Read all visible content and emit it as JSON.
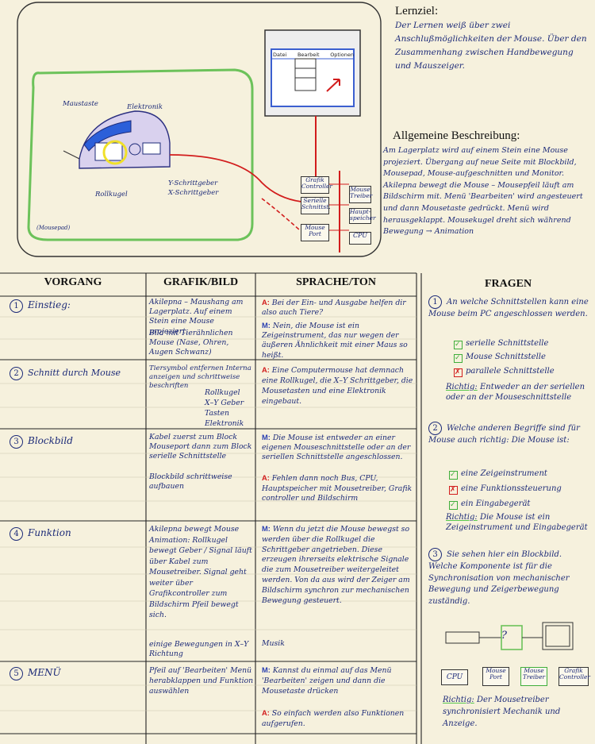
{
  "lernziel": {
    "title": "Lernziel:",
    "text": "Der Lernen weiß über zwei Anschlußmöglichkeiten der Mouse. Über den Zusammenhang zwischen Handbewegung und Mauszeiger."
  },
  "beschreibung": {
    "title": "Allgemeine Beschreibung:",
    "text": "Am Lagerplatz wird auf einem Stein eine Mouse projeziert. Übergang auf neue Seite mit Blockbild, Mousepad, Mouse-aufgeschnitten und Monitor. Akilepna bewegt die Mouse – Mousepfeil läuft am Bildschirm mit. Menü 'Bearbeiten' wird angesteuert und dann Mousetaste gedrückt. Menü wird herausgeklappt. Mousekugel dreht sich während Bewegung → Animation"
  },
  "sketch": {
    "labels": {
      "maustaste": "Maustaste",
      "elektronik": "Elektronik",
      "y_schrittgeber": "Y-Schrittgeber",
      "x_schrittgeber": "X-Schrittgeber",
      "rollkugel": "Rollkugel",
      "mousepad": "(Mousepad)",
      "menu1": "Datei",
      "menu2": "Bearbeit",
      "menu3": "Optionen",
      "grafik_controller": "Grafik Controller",
      "serielle_schnittstelle": "Serielle Schnittst.",
      "mouse_port": "Mouse Port",
      "mouse_treiber": "Mouse Treiber",
      "hauptspeicher": "Haupt­speicher",
      "cpu": "CPU"
    }
  },
  "table": {
    "headers": [
      "VORGANG",
      "GRAFIK/BILD",
      "SPRACHE/TON",
      "FRAGEN"
    ],
    "rows": [
      {
        "num": "1",
        "vorgang": "Einstieg:",
        "grafik": [
          "Akilepna – Maushang am Lagerplatz. Auf einem Stein eine Mouse projeziert.",
          "Bild mit Tierähnlichen Mouse (Nase, Ohren, Augen Schwanz)"
        ],
        "sprache": [
          {
            "speaker": "A:",
            "text": "Bei der Ein- und Ausgabe helfen dir also auch Tiere?"
          },
          {
            "speaker": "M:",
            "text": "Nein, die Mouse ist ein Zeigeinstrument, das nur wegen der äußeren Ähnlichkeit mit einer Maus so heißt."
          }
        ]
      },
      {
        "num": "2",
        "vorgang": "Schnitt durch Mouse",
        "grafik": [
          "Tiersymbol entfernen Interna anzeigen und schrittweise beschriften",
          "Rollkugel",
          "X–Y Geber",
          "Tasten",
          "Elektronik"
        ],
        "sprache": [
          {
            "speaker": "A:",
            "text": "Eine Computermouse hat demnach eine Rollkugel, die X–Y Schrittgeber, die Mousetasten und eine Elektronik eingebaut."
          }
        ]
      },
      {
        "num": "3",
        "vorgang": "Blockbild",
        "grafik": [
          "Kabel zuerst zum Block Mouseport dann zum Block serielle Schnittstelle",
          "Blockbild schrittweise aufbauen"
        ],
        "sprache": [
          {
            "speaker": "M:",
            "text": "Die Mouse ist entweder an einer eigenen Mouseschnittstelle oder an der seriellen Schnittstelle angeschlossen."
          },
          {
            "speaker": "A:",
            "text": "Fehlen dann noch Bus, CPU, Hauptspeicher mit Mousetreiber, Grafik controller und Bildschirm"
          }
        ]
      },
      {
        "num": "4",
        "vorgang": "Funktion",
        "grafik": [
          "Akilepna bewegt Mouse Animation: Rollkugel bewegt Geber / Signal läuft über Kabel zum Mousetreiber. Signal geht weiter über Grafikcontroller zum Bildschirm Pfeil bewegt sich.",
          "einige Bewegungen in X–Y Richtung"
        ],
        "sprache": [
          {
            "speaker": "M:",
            "text": "Wenn du jetzt die Mouse bewegst so werden über die Rollkugel die Schrittgeber angetrieben. Diese erzeugen ihrerseits elektrische Signale die zum Mousetreiber weitergeleitet werden. Von da aus wird der Zeiger am Bildschirm synchron zur mechanischen Bewegung gesteuert."
          },
          {
            "speaker": "",
            "text": "Musik"
          }
        ]
      },
      {
        "num": "5",
        "vorgang": "MENÜ",
        "grafik": [
          "Pfeil auf 'Bearbeiten' Menü herabklappen und Funktion auswählen"
        ],
        "sprache": [
          {
            "speaker": "M:",
            "text": "Kannst du einmal auf das Menü 'Bearbeiten' zeigen und dann die Mousetaste drücken"
          },
          {
            "speaker": "A:",
            "text": "So einfach werden also Funktionen aufgerufen."
          }
        ]
      }
    ],
    "fragen": [
      {
        "num": "1",
        "question": "An welche Schnittstellen kann eine Mouse beim PC angeschlossen werden.",
        "options": [
          {
            "text": "serielle Schnittstelle",
            "mark": "check"
          },
          {
            "text": "Mouse Schnittstelle",
            "mark": "check"
          },
          {
            "text": "parallele Schnittstelle",
            "mark": "cross"
          }
        ],
        "answer_label": "Richtig:",
        "answer": "Entweder an der seriellen oder an der Mouseschnittstelle"
      },
      {
        "num": "2",
        "question": "Welche anderen Begriffe sind für Mouse auch richtig: Die Mouse ist:",
        "options": [
          {
            "text": "eine Zeigeinstrument",
            "mark": "check"
          },
          {
            "text": "eine Funktionssteuerung",
            "mark": "cross"
          },
          {
            "text": "ein Eingabegerät",
            "mark": "check"
          }
        ],
        "answer_label": "Richtig:",
        "answer": "Die Mouse ist ein Zeigeinstrument und Eingabegerät"
      },
      {
        "num": "3",
        "question": "Sie sehen hier ein Blockbild. Welche Komponente ist für die Synchronisation von mechanischer Bewegung und Zeigerbewegung zuständig.",
        "placeholder": "?",
        "blocks": [
          "CPU",
          "Mouse Port",
          "Mouse Treiber",
          "Grafik Controller"
        ],
        "answer_label": "Richtig:",
        "answer": "Der Mousetreiber synchronisiert Mechanik und Anzeige."
      }
    ]
  }
}
